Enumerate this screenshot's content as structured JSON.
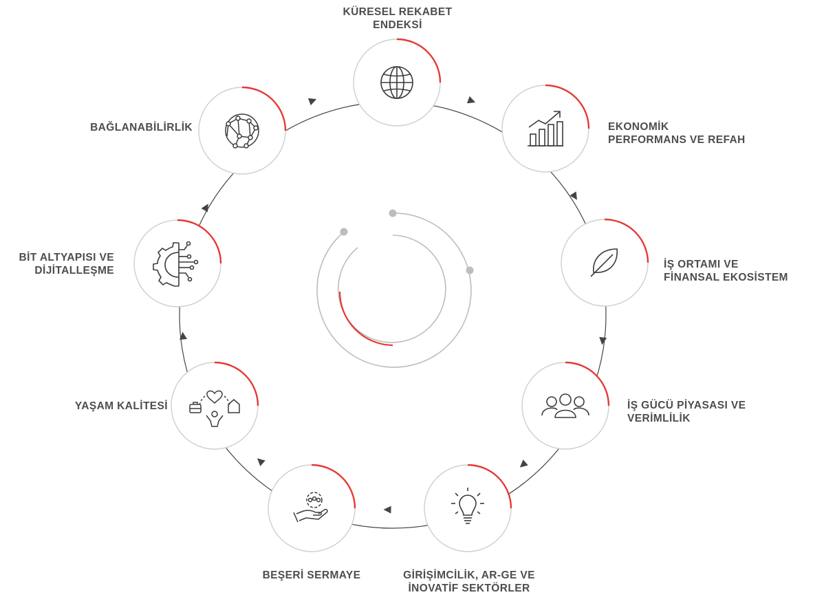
{
  "accent": "#e53935",
  "ring_color": "#cccccc",
  "arc_gray": "#bdbdbd",
  "text_color": "#4d4d4d",
  "icon_color": "#3a3a3a",
  "nodes": [
    {
      "id": "kuresel",
      "icon": "globe-icon",
      "lines": [
        "KÜRESEL REKABET",
        "ENDEKSİ"
      ]
    },
    {
      "id": "ekonomik",
      "icon": "growth-chart-icon",
      "lines": [
        "EKONOMİK",
        "PERFORMANS VE REFAH"
      ]
    },
    {
      "id": "is-ortami",
      "icon": "leaf-icon",
      "lines": [
        "İŞ ORTAMI VE",
        "FİNANSAL EKOSİSTEM"
      ]
    },
    {
      "id": "is-gucu",
      "icon": "people-group-icon",
      "lines": [
        "İŞ GÜCÜ PİYASASI VE",
        "VERİMLİLİK"
      ]
    },
    {
      "id": "girisimcilik",
      "icon": "lightbulb-icon",
      "lines": [
        "GİRİŞİMCİLİK, AR-GE VE",
        "İNOVATİF SEKTÖRLER"
      ]
    },
    {
      "id": "beseri",
      "icon": "hand-gear-people-icon",
      "lines": [
        "BEŞERİ SERMAYE"
      ]
    },
    {
      "id": "yasam",
      "icon": "life-balance-icon",
      "lines": [
        "YAŞAM KALİTESİ"
      ]
    },
    {
      "id": "bit",
      "icon": "digital-gear-icon",
      "lines": [
        "BİT ALTYAPISI VE",
        "DİJİTALLEŞME"
      ]
    },
    {
      "id": "baglanabilirlik",
      "icon": "network-globe-icon",
      "lines": [
        "BAĞLANABİLİRLİK"
      ]
    }
  ]
}
